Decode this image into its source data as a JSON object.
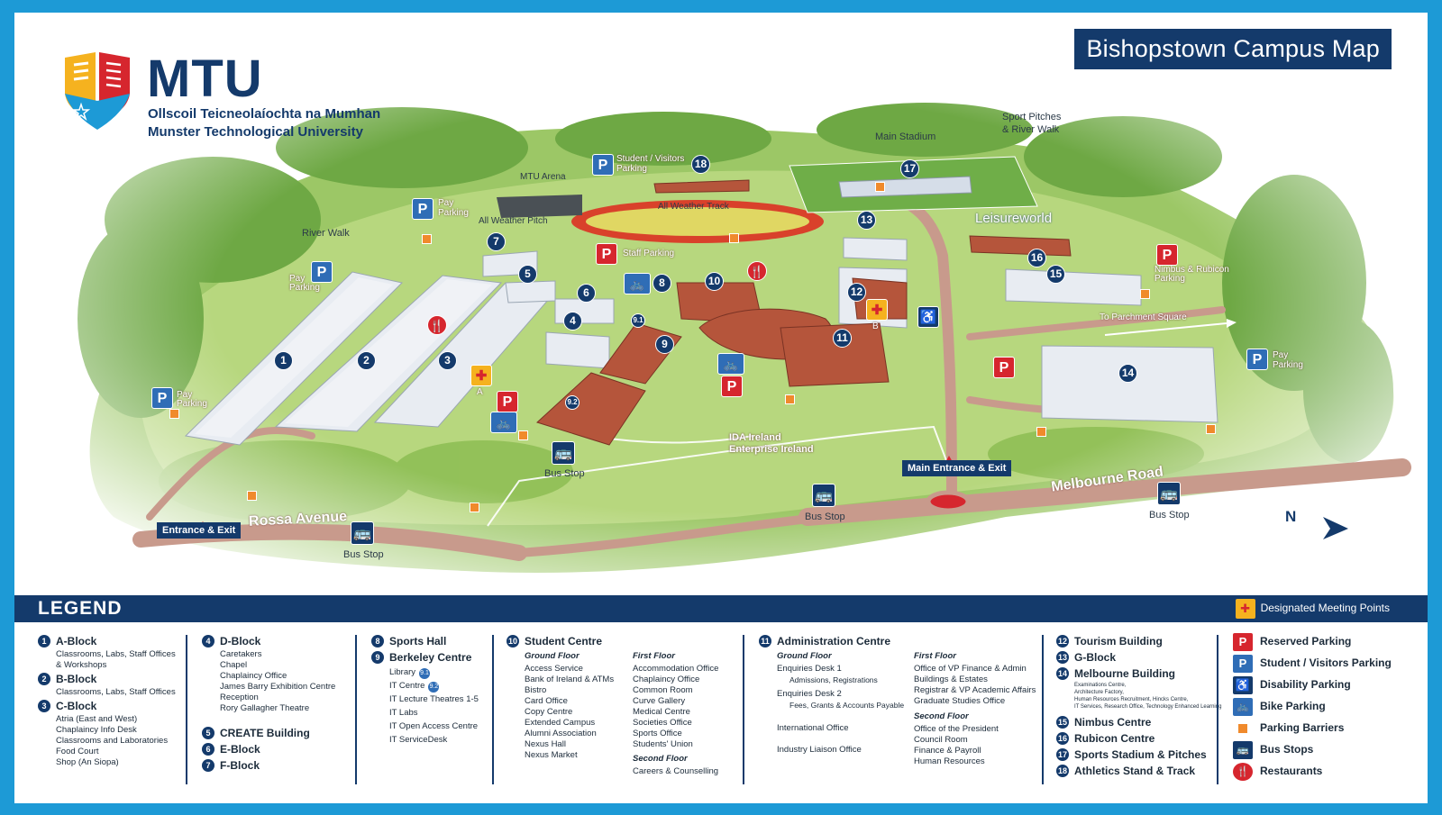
{
  "title": "Bishopstown Campus Map",
  "logo": {
    "acronym": "MTU",
    "irish_name": "Ollscoil Teicneolaíochta na Mumhan",
    "english_name": "Munster Technological University"
  },
  "colors": {
    "navy": "#143a6b",
    "frame_blue": "#1d9ad6",
    "parking_red": "#d6262e",
    "parking_blue": "#2f6db6",
    "barrier_orange": "#f08a2c",
    "meeting_yellow": "#f5b21f",
    "brick": "#b5553b",
    "grass": "#8cc05a"
  },
  "map_labels": {
    "main_stadium": "Main Stadium",
    "sport_pitches": "Sport Pitches",
    "river_walk_2": "& River Walk",
    "student_visitors_1": "Student / Visitors",
    "student_visitors_2": "Parking",
    "mtu_arena": "MTU Arena",
    "pay_1": "Pay",
    "parking": "Parking",
    "all_weather_pitch": "All Weather Pitch",
    "all_weather_track": "All Weather Track",
    "river_walk": "River Walk",
    "staff_parking": "Staff Parking",
    "leisureworld": "Leisureworld",
    "nimbus_rubicon_1": "Nimbus & Rubicon",
    "to_parchment": "To Parchment Square",
    "ida_1": "IDA Ireland",
    "ida_2": "Enterprise Ireland",
    "bus_stop": "Bus Stop",
    "main_entrance": "Main Entrance & Exit",
    "entrance_exit": "Entrance & Exit",
    "melbourne_road": "Melbourne Road",
    "rossa_avenue": "Rossa Avenue",
    "north": "N",
    "meet_a": "A",
    "meet_b": "B"
  },
  "map_pins": {
    "p": "P",
    "bus": "🚌",
    "bike": "🚲",
    "restaurant": "🍴",
    "disability": "♿",
    "meeting": "✚"
  },
  "building_numbers": [
    "1",
    "2",
    "3",
    "4",
    "5",
    "6",
    "7",
    "8",
    "9",
    "10",
    "11",
    "12",
    "13",
    "14",
    "15",
    "16",
    "17",
    "18"
  ],
  "sub_numbers": [
    "9.1",
    "9.2"
  ],
  "legend": {
    "title": "LEGEND",
    "meeting_points": "Designated Meeting Points",
    "col1": {
      "a_num": "1",
      "a_name": "A-Block",
      "a_d1": "Classrooms, Labs, Staff Offices",
      "a_d2": "& Workshops",
      "b_num": "2",
      "b_name": "B-Block",
      "b_d1": "Classrooms, Labs, Staff Offices",
      "c_num": "3",
      "c_name": "C-Block",
      "c_d1": "Atria (East and West)",
      "c_d2": "Chaplaincy Info Desk",
      "c_d3": "Classrooms and Laboratories",
      "c_d4": "Food Court",
      "c_d5": "Shop (An Siopa)"
    },
    "col2": {
      "d_num": "4",
      "d_name": "D-Block",
      "d_d1": "Caretakers",
      "d_d2": "Chapel",
      "d_d3": "Chaplaincy Office",
      "d_d4": "James Barry Exhibition Centre",
      "d_d5": "Reception",
      "d_d6": "Rory Gallagher Theatre",
      "create_num": "5",
      "create_name": "CREATE Building",
      "e_num": "6",
      "e_name": "E-Block",
      "f_num": "7",
      "f_name": "F-Block"
    },
    "col3": {
      "sh_num": "8",
      "sh_name": "Sports Hall",
      "bc_num": "9",
      "bc_name": "Berkeley Centre",
      "bc_d1": "Library",
      "bc_d1n": "9.1",
      "bc_d2": "IT Centre",
      "bc_d2n": "9.2",
      "bc_d3": "IT Lecture Theatres 1-5",
      "bc_d4": "IT Labs",
      "bc_d5": "IT Open Access Centre",
      "bc_d6": "IT ServiceDesk"
    },
    "col4": {
      "num": "10",
      "name": "Student Centre",
      "ground": "Ground Floor",
      "first": "First Floor",
      "second": "Second Floor",
      "g1": "Access Service",
      "g2": "Bank of Ireland & ATMs",
      "g3": "Bistro",
      "g4": "Card Office",
      "g5": "Copy Centre",
      "g6": "Extended Campus",
      "g7": "Alumni Association",
      "g8": "Nexus Hall",
      "g9": "Nexus Market",
      "f1": "Accommodation Office",
      "f2": "Chaplaincy Office",
      "f3": "Common Room",
      "f4": "Curve Gallery",
      "f5": "Medical Centre",
      "f6": "Societies Office",
      "f7": "Sports Office",
      "f8": "Students' Union",
      "s1": "Careers & Counselling"
    },
    "col5": {
      "num": "11",
      "name": "Administration Centre",
      "ground": "Ground Floor",
      "first": "First Floor",
      "second": "Second Floor",
      "g1": "Enquiries Desk 1",
      "g1s": "Admissions, Registrations",
      "g2": "Enquiries Desk 2",
      "g2s": "Fees, Grants & Accounts Payable",
      "g3": "International Office",
      "g4": "Industry Liaison Office",
      "f1": "Office of VP Finance & Admin",
      "f2": "Buildings & Estates",
      "f3": "Registrar & VP Academic Affairs",
      "f4": "Graduate Studies Office",
      "s1": "Office of the President",
      "s2": "Council Room",
      "s3": "Finance & Payroll",
      "s4": "Human Resources"
    },
    "col6": {
      "t_num": "12",
      "t_name": "Tourism Building",
      "g_num": "13",
      "g_name": "G-Block",
      "m_num": "14",
      "m_name": "Melbourne Building",
      "m_d1": "Examinations Centre,",
      "m_d2": "Architecture Factory,",
      "m_d3": "Human Resources Recruitment, Hincks Centre,",
      "m_d4": "IT Services, Research Office, Technology Enhanced Learning",
      "n_num": "15",
      "n_name": "Nimbus Centre",
      "r_num": "16",
      "r_name": "Rubicon Centre",
      "s_num": "17",
      "s_name": "Sports Stadium & Pitches",
      "at_num": "18",
      "at_name": "Athletics Stand & Track"
    },
    "keys": {
      "reserved": "Reserved Parking",
      "student": "Student / Visitors Parking",
      "disability": "Disability Parking",
      "bike": "Bike Parking",
      "barriers": "Parking Barriers",
      "bus": "Bus Stops",
      "restaurants": "Restaurants"
    }
  }
}
